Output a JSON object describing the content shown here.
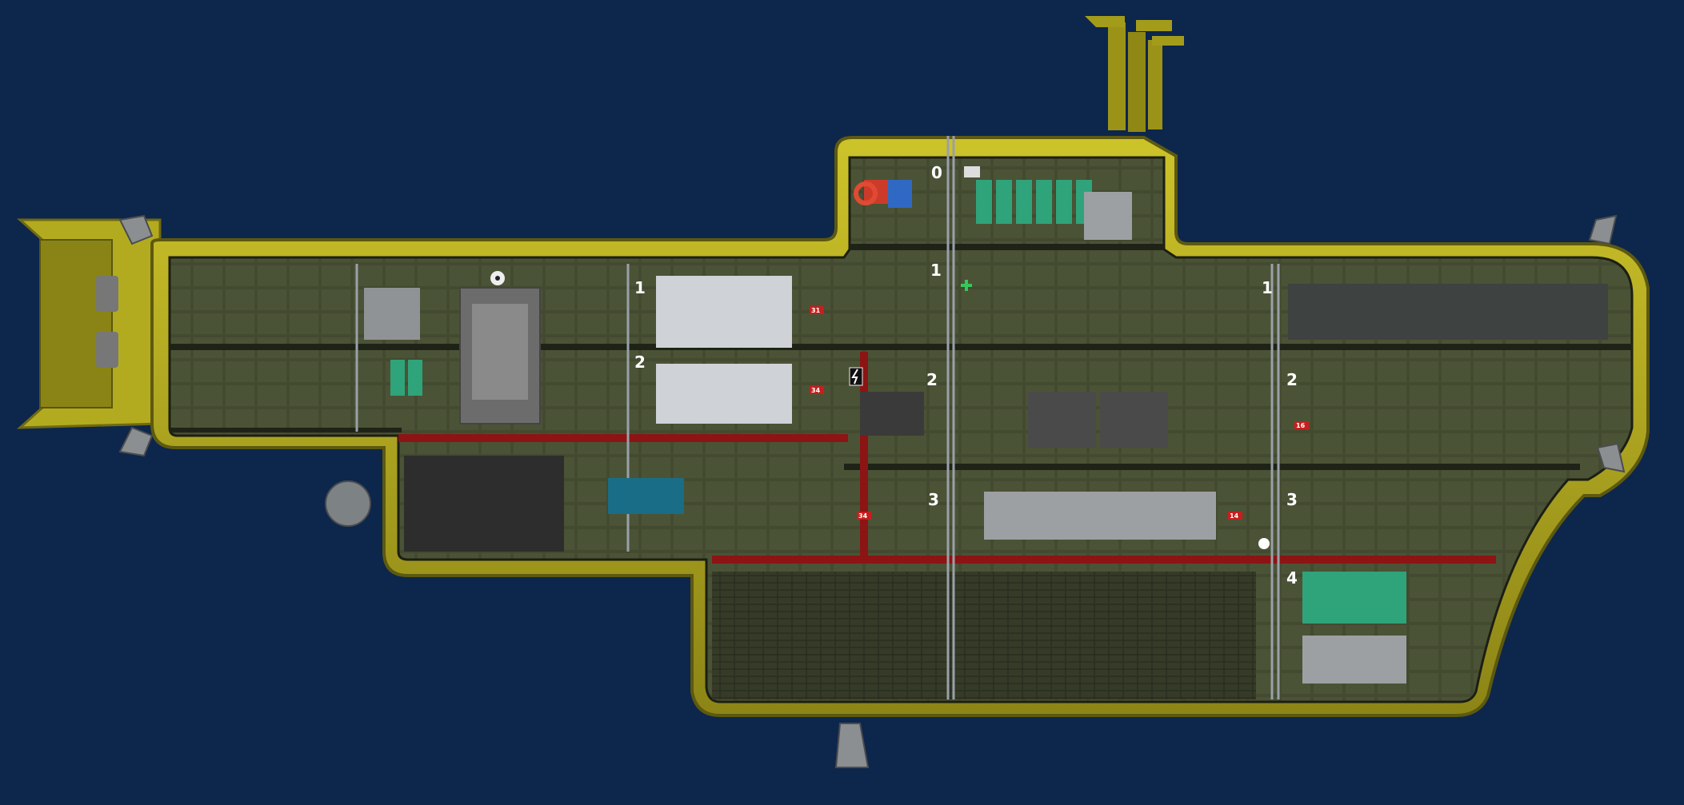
{
  "scene": {
    "background_color": "#0d264c",
    "hull_color": "#b9b021",
    "hull_dark": "#6f6a12",
    "interior_color": "#3a3f2a",
    "pipe_red": "#8c1414",
    "accent_green": "#2fa37a"
  },
  "deck_labels": [
    {
      "id": "bridge-deck-0",
      "text": "0"
    },
    {
      "id": "bow-deck-1",
      "text": "1"
    },
    {
      "id": "bow-deck-2",
      "text": "2"
    },
    {
      "id": "mid-deck-1",
      "text": "1"
    },
    {
      "id": "mid-deck-2",
      "text": "2"
    },
    {
      "id": "mid-deck-3",
      "text": "3"
    },
    {
      "id": "aft-deck-1",
      "text": "1"
    },
    {
      "id": "aft-deck-2",
      "text": "2"
    },
    {
      "id": "aft-deck-3",
      "text": "3"
    },
    {
      "id": "aft-deck-4",
      "text": "4"
    }
  ],
  "room_signs": [
    {
      "id": "sign-a",
      "text": "31"
    },
    {
      "id": "sign-b",
      "text": "34"
    },
    {
      "id": "sign-c",
      "text": "34"
    },
    {
      "id": "sign-d",
      "text": "14"
    },
    {
      "id": "sign-e",
      "text": "16"
    }
  ],
  "icons": [
    "radiation-icon",
    "medical-cross-icon",
    "lifebuoy-icon",
    "electric-icon",
    "skull-icon",
    "monitor-icon"
  ]
}
